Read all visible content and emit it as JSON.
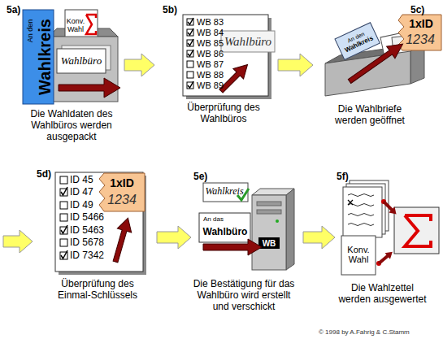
{
  "diagram": {
    "nodes": [
      {
        "text": [
          "5a)",
          "Die Wahldaten des Wahlbüros werden ausgepackt"
        ]
      },
      {
        "text": [
          "5b)",
          "Überprüfung des Wahlbüros"
        ]
      },
      {
        "text": [
          "5c)",
          "Die Wahlbriefe werden geöffnet"
        ]
      },
      {
        "text": [
          "5d)",
          "Überprüfung des Einmal-Schlüssels"
        ]
      },
      {
        "text": [
          "5e)",
          "Die Bestätigung für das Wahlbüro wird erstellt und verschickt"
        ]
      },
      {
        "text": [
          "5f)",
          "Die Wahlzettel werden ausgewertet"
        ]
      }
    ],
    "edges": [
      {
        "from": 0,
        "to": 1,
        "arrow": "to"
      },
      {
        "from": 1,
        "to": 2,
        "arrow": "to"
      },
      {
        "from": 3,
        "to": 4,
        "arrow": "to"
      },
      {
        "from": 4,
        "to": 5,
        "arrow": "to"
      }
    ],
    "labels": [
      "An den",
      "Wahlkreis",
      "Konv. Wahl",
      "Wahlbüro",
      "WB 83",
      "WB 84",
      "WB 85",
      "WB 86",
      "WB 87",
      "WB 88",
      "WB 89",
      "Wahlbüro",
      "1xID",
      "1234",
      "An den",
      "Wahlkreis",
      "1xID",
      "1234",
      "ID 45",
      "ID 47",
      "ID 49",
      "ID 5466",
      "ID 5463",
      "ID 5678",
      "ID 7342",
      "Wahlkreis",
      "An das",
      "Wahlbüro",
      "WB",
      "Konv. Wahl",
      "© 1998 by A.Fahrig & C.Stamm"
    ]
  }
}
